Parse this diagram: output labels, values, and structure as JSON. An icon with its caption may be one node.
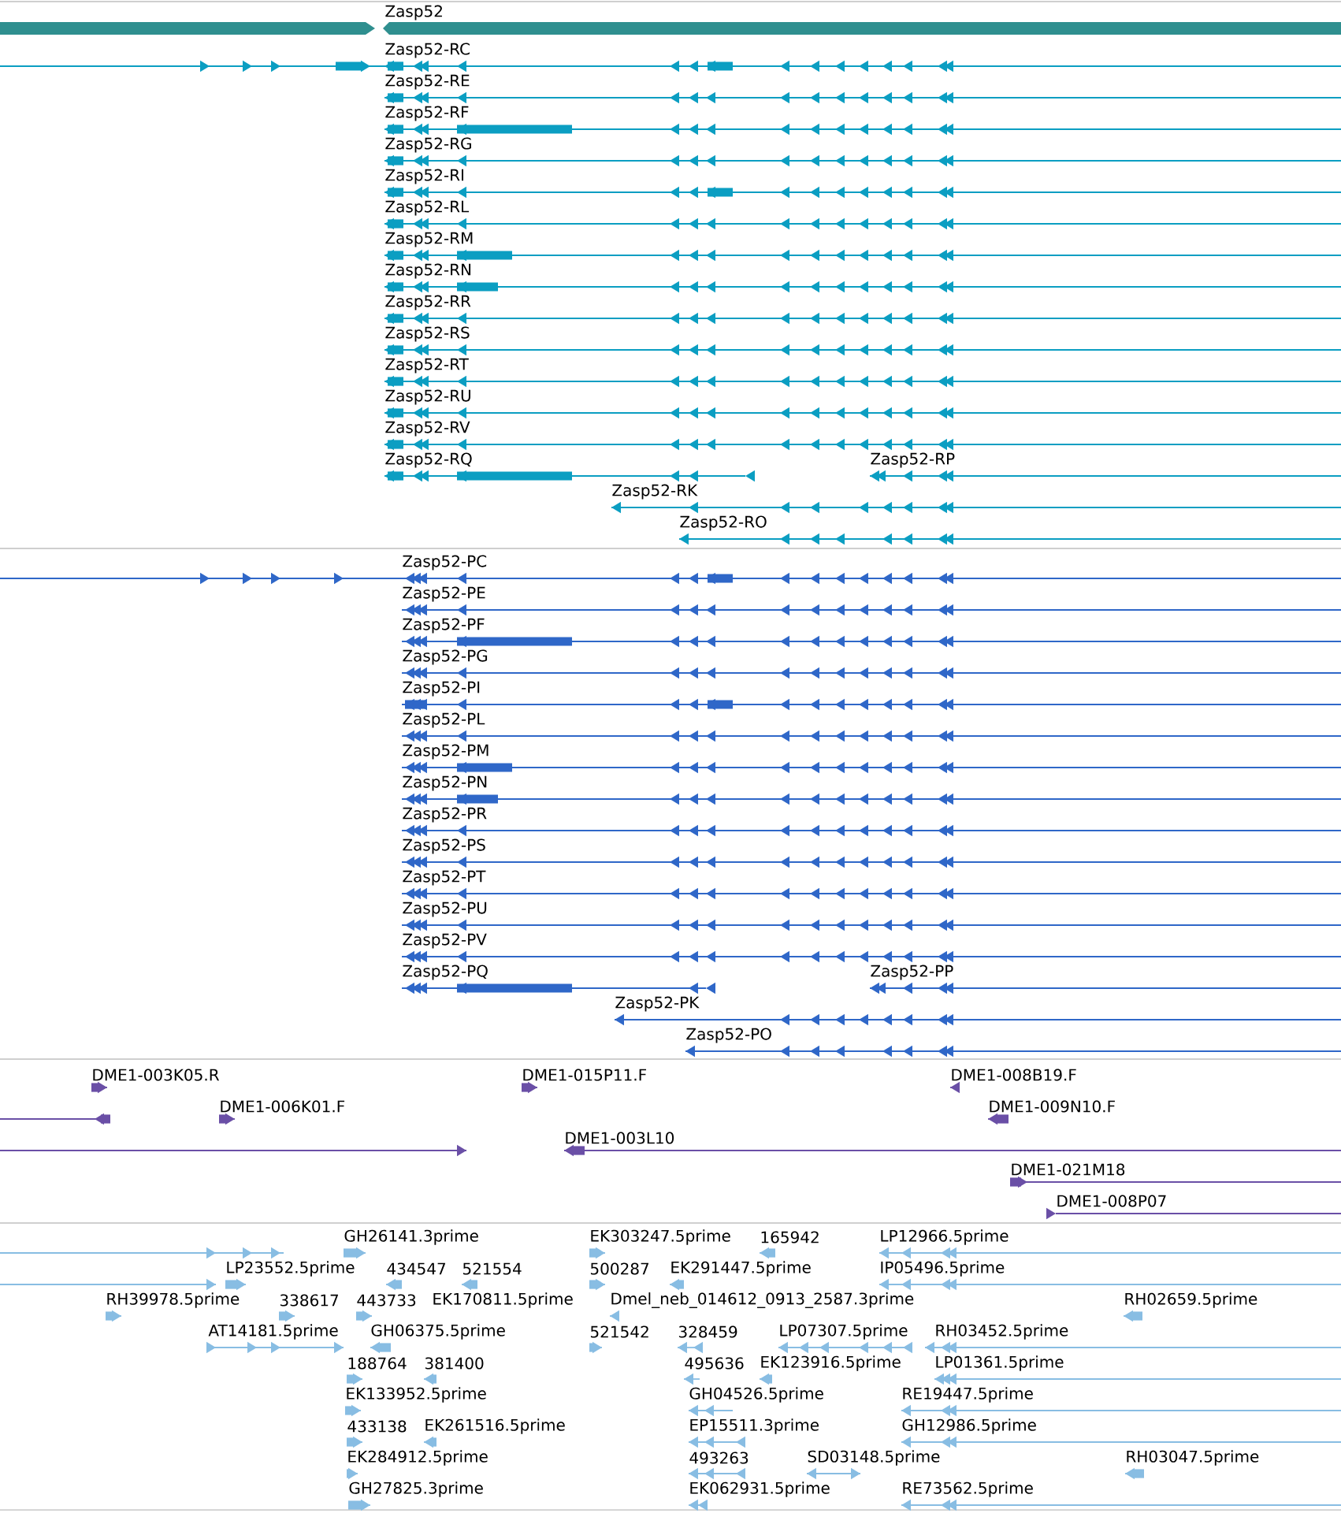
{
  "diagram": {
    "nodes": [
      {
        "text": [
          "Zasp52"
        ]
      },
      {
        "text": [
          "Zasp52-RC"
        ]
      },
      {
        "text": [
          "Zasp52-RE"
        ]
      },
      {
        "text": [
          "Zasp52-RF"
        ]
      },
      {
        "text": [
          "Zasp52-RG"
        ]
      },
      {
        "text": [
          "Zasp52-RI"
        ]
      },
      {
        "text": [
          "Zasp52-RL"
        ]
      },
      {
        "text": [
          "Zasp52-RM"
        ]
      },
      {
        "text": [
          "Zasp52-RN"
        ]
      },
      {
        "text": [
          "Zasp52-RR"
        ]
      },
      {
        "text": [
          "Zasp52-RS"
        ]
      },
      {
        "text": [
          "Zasp52-RT"
        ]
      },
      {
        "text": [
          "Zasp52-RU"
        ]
      },
      {
        "text": [
          "Zasp52-RV"
        ]
      },
      {
        "text": [
          "Zasp52-RQ"
        ]
      },
      {
        "text": [
          "Zasp52-RP"
        ]
      },
      {
        "text": [
          "Zasp52-RK"
        ]
      },
      {
        "text": [
          "Zasp52-RO"
        ]
      },
      {
        "text": [
          "Zasp52-PC"
        ]
      },
      {
        "text": [
          "Zasp52-PE"
        ]
      },
      {
        "text": [
          "Zasp52-PF"
        ]
      },
      {
        "text": [
          "Zasp52-PG"
        ]
      },
      {
        "text": [
          "Zasp52-PI"
        ]
      },
      {
        "text": [
          "Zasp52-PL"
        ]
      },
      {
        "text": [
          "Zasp52-PM"
        ]
      },
      {
        "text": [
          "Zasp52-PN"
        ]
      },
      {
        "text": [
          "Zasp52-PR"
        ]
      },
      {
        "text": [
          "Zasp52-PS"
        ]
      },
      {
        "text": [
          "Zasp52-PT"
        ]
      },
      {
        "text": [
          "Zasp52-PU"
        ]
      },
      {
        "text": [
          "Zasp52-PV"
        ]
      },
      {
        "text": [
          "Zasp52-PQ"
        ]
      },
      {
        "text": [
          "Zasp52-PP"
        ]
      },
      {
        "text": [
          "Zasp52-PK"
        ]
      },
      {
        "text": [
          "Zasp52-PO"
        ]
      },
      {
        "text": [
          "DME1-003K05.R"
        ]
      },
      {
        "text": [
          "DME1-015P11.F"
        ]
      },
      {
        "text": [
          "DME1-008B19.F"
        ]
      },
      {
        "text": [
          "DME1-006K01.F"
        ]
      },
      {
        "text": [
          "DME1-009N10.F"
        ]
      },
      {
        "text": [
          "DME1-003L10"
        ]
      },
      {
        "text": [
          "DME1-021M18"
        ]
      },
      {
        "text": [
          "DME1-008P07"
        ]
      },
      {
        "text": [
          "GH26141.3prime"
        ]
      },
      {
        "text": [
          "EK303247.5prime"
        ]
      },
      {
        "text": [
          "165942"
        ]
      },
      {
        "text": [
          "LP12966.5prime"
        ]
      },
      {
        "text": [
          "LP23552.5prime"
        ]
      },
      {
        "text": [
          "434547"
        ]
      },
      {
        "text": [
          "521554"
        ]
      },
      {
        "text": [
          "500287"
        ]
      },
      {
        "text": [
          "EK291447.5prime"
        ]
      },
      {
        "text": [
          "IP05496.5prime"
        ]
      },
      {
        "text": [
          "RH39978.5prime"
        ]
      },
      {
        "text": [
          "338617"
        ]
      },
      {
        "text": [
          "443733"
        ]
      },
      {
        "text": [
          "EK170811.5prime"
        ]
      },
      {
        "text": [
          "Dmel_neb_014612_0913_2587.3prime"
        ]
      },
      {
        "text": [
          "RH02659.5prime"
        ]
      },
      {
        "text": [
          "AT14181.5prime"
        ]
      },
      {
        "text": [
          "GH06375.5prime"
        ]
      },
      {
        "text": [
          "521542"
        ]
      },
      {
        "text": [
          "328459"
        ]
      },
      {
        "text": [
          "LP07307.5prime"
        ]
      },
      {
        "text": [
          "RH03452.5prime"
        ]
      },
      {
        "text": [
          "188764"
        ]
      },
      {
        "text": [
          "381400"
        ]
      },
      {
        "text": [
          "495636"
        ]
      },
      {
        "text": [
          "EK123916.5prime"
        ]
      },
      {
        "text": [
          "LP01361.5prime"
        ]
      },
      {
        "text": [
          "EK133952.5prime"
        ]
      },
      {
        "text": [
          "GH04526.5prime"
        ]
      },
      {
        "text": [
          "RE19447.5prime"
        ]
      },
      {
        "text": [
          "433138"
        ]
      },
      {
        "text": [
          "EK261516.5prime"
        ]
      },
      {
        "text": [
          "EP15511.3prime"
        ]
      },
      {
        "text": [
          "GH12986.5prime"
        ]
      },
      {
        "text": [
          "EK284912.5prime"
        ]
      },
      {
        "text": [
          "493263"
        ]
      },
      {
        "text": [
          "SD03148.5prime"
        ]
      },
      {
        "text": [
          "RH03047.5prime"
        ]
      },
      {
        "text": [
          "GH27825.3prime"
        ]
      },
      {
        "text": [
          "EK062931.5prime"
        ]
      },
      {
        "text": [
          "RE73562.5prime"
        ]
      }
    ]
  }
}
